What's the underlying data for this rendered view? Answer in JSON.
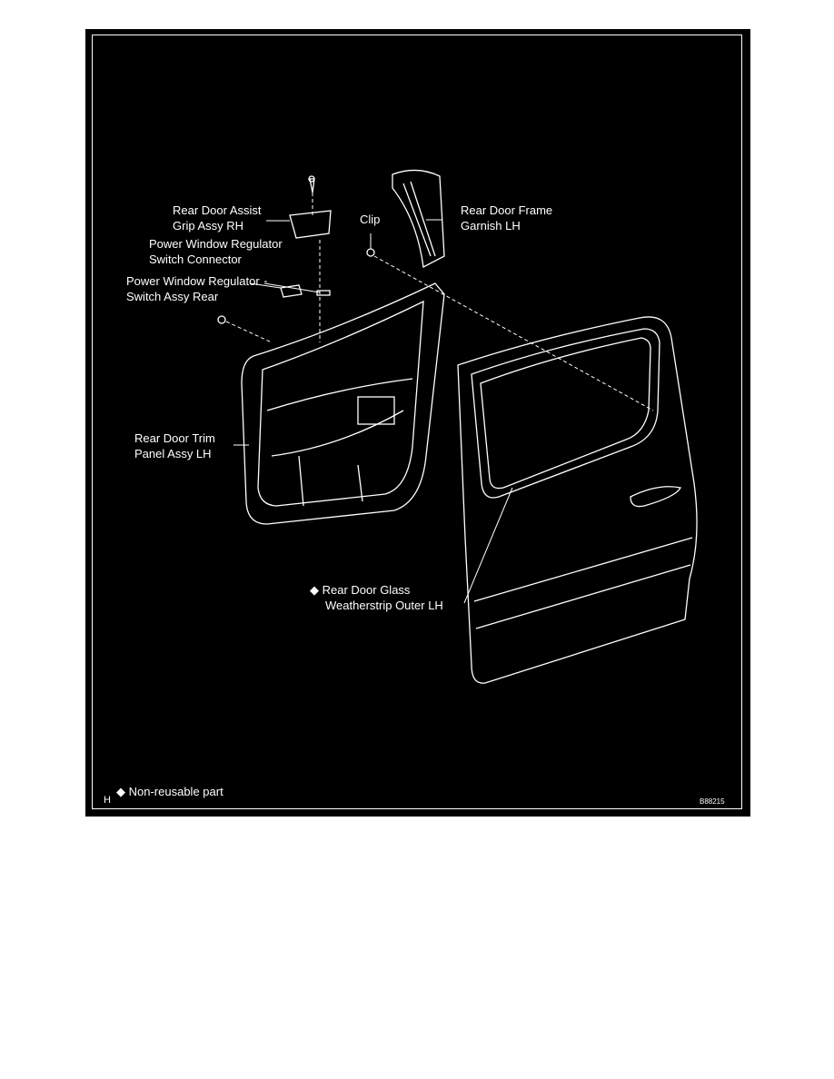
{
  "labels": {
    "grip_1": "Rear Door Assist",
    "grip_2": "Grip Assy RH",
    "connector_1": "Power Window Regulator",
    "connector_2": "Switch Connector",
    "switch_1": "Power Window Regulator",
    "switch_2": "Switch Assy Rear",
    "clip": "Clip",
    "garnish_1": "Rear Door Frame",
    "garnish_2": "Garnish LH",
    "trim_1": "Rear Door Trim",
    "trim_2": "Panel Assy LH",
    "weatherstrip_1": "◆ Rear Door Glass",
    "weatherstrip_2": "Weatherstrip Outer LH"
  },
  "legend": {
    "symbol": "◆",
    "text": "Non-reusable part"
  },
  "corner_letter": "H",
  "figure_code": "B88215"
}
